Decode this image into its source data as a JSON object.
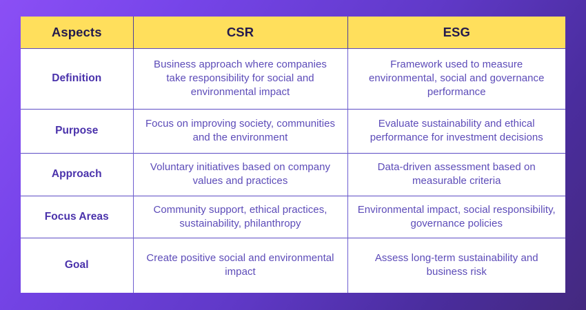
{
  "theme": {
    "background_gradient_from": "#8b4ff5",
    "background_gradient_to": "#44297f",
    "header_background": "#ffdf5c",
    "header_text_color": "#231a4d",
    "aspect_text_color": "#4a32ab",
    "detail_text_color": "#5c4bb8",
    "table_background": "#ffffff",
    "border_color": "#5b4bc4"
  },
  "table": {
    "columns": [
      {
        "key": "aspect",
        "label": "Aspects"
      },
      {
        "key": "csr",
        "label": "CSR"
      },
      {
        "key": "esg",
        "label": "ESG"
      }
    ],
    "rows": [
      {
        "aspect": "Definition",
        "csr": "Business approach where companies take responsibility for social and environmental impact",
        "esg": "Framework used to measure environmental, social and governance performance"
      },
      {
        "aspect": "Purpose",
        "csr": "Focus on improving society, communities and the environment",
        "esg": "Evaluate sustainability and ethical performance for investment decisions"
      },
      {
        "aspect": "Approach",
        "csr": "Voluntary initiatives based on company values and practices",
        "esg": "Data-driven assessment based on measurable criteria"
      },
      {
        "aspect": "Focus Areas",
        "csr": "Community support, ethical practices, sustainability, philanthropy",
        "esg": "Environmental impact, social responsibility, governance policies"
      },
      {
        "aspect": "Goal",
        "csr": "Create positive social and environmental impact",
        "esg": "Assess long-term sustainability and business risk"
      }
    ]
  }
}
